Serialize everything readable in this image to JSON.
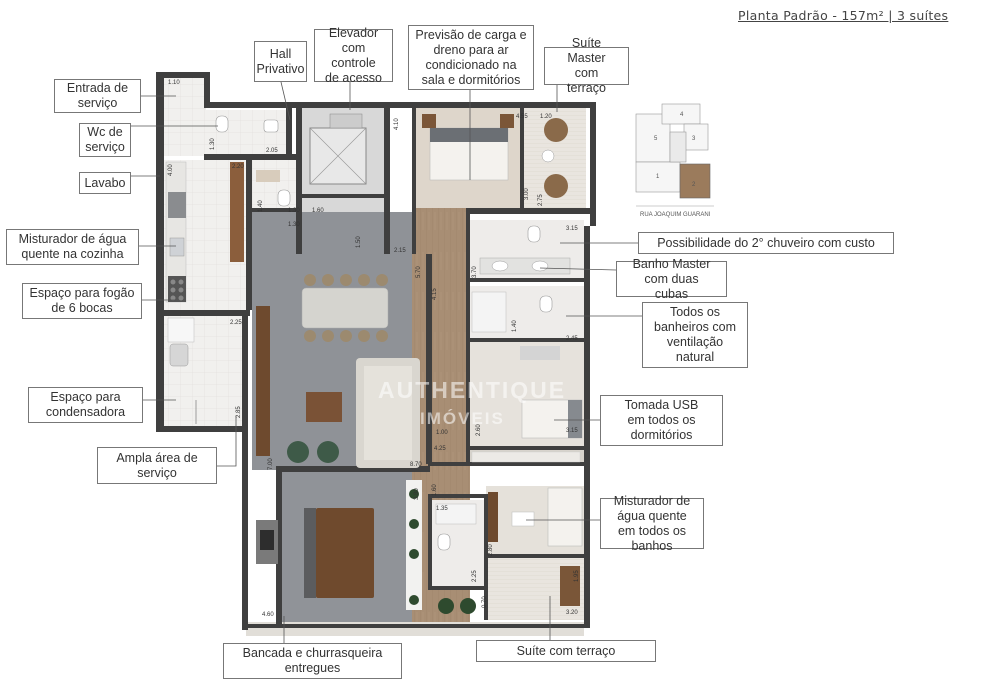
{
  "title": "Planta Padrão - 157m² | 3 suítes",
  "watermark": {
    "line1": "AUTHENTIQUE",
    "line2": "IMÓVEIS"
  },
  "callouts": {
    "entrada_servico": "Entrada de serviço",
    "wc_servico": "Wc de serviço",
    "lavabo": "Lavabo",
    "misturador_cozinha": "Misturador de água quente na cozinha",
    "fogao": "Espaço para fogão de 6 bocas",
    "condensadora": "Espaço para condensadora",
    "area_servico": "Ampla área de serviço",
    "bancada": "Bancada e churrasqueira entregues",
    "hall": "Hall Privativo",
    "elevador": "Elevador com controle de acesso",
    "carga": "Previsão de carga e dreno para ar condicionado na sala e dormitórios",
    "suite_master": "Suíte Master com terraço",
    "chuveiro": "Possibilidade do 2° chuveiro com custo",
    "banho_master": "Banho Master com duas cubas",
    "ventilacao": "Todos os banheiros com ventilação natural",
    "usb": "Tomada USB em todos os dormitórios",
    "misturador_banhos": "Misturador de água quente em todos os banhos",
    "suite_terraco": "Suíte com terraço"
  },
  "dimensions": {
    "d1": "1.10",
    "d2": "2.05",
    "d3": "1.30",
    "d4": "2.20",
    "d5": "4.00",
    "d6": "1.40",
    "d7": "1.30",
    "d8": "1.60",
    "d9": "1.30",
    "d10": "1.50",
    "d11": "2.15",
    "d12": "4.10",
    "d13": "4.55",
    "d14": "1.20",
    "d15": "3.00",
    "d16": "2.75",
    "d17": "3.15",
    "d18": "3.70",
    "d19": "4.15",
    "d20": "5.70",
    "d21": "2.45",
    "d22": "1.40",
    "d23": "2.25",
    "d24": "2.85",
    "d25": "7.00",
    "d26": "1.00",
    "d27": "2.60",
    "d28": "3.15",
    "d29": "4.25",
    "d30": "8.70",
    "d31": "3.80",
    "d32": "1.60",
    "d33": "1.35",
    "d34": "2.80",
    "d35": "2.25",
    "d36": "0.70",
    "d37": "1.95",
    "d38": "3.20",
    "d39": "4.60"
  },
  "keyplan": {
    "units": [
      "1",
      "2",
      "3",
      "4",
      "5"
    ],
    "highlighted": "2",
    "street": "RUA JOAQUIM GUARANI"
  },
  "colors": {
    "wall": "#3f3f3f",
    "floor_wood": "#a78d72",
    "floor_gray": "#8e9196",
    "floor_white": "#f0efed",
    "highlight": "#9b7b5c"
  }
}
